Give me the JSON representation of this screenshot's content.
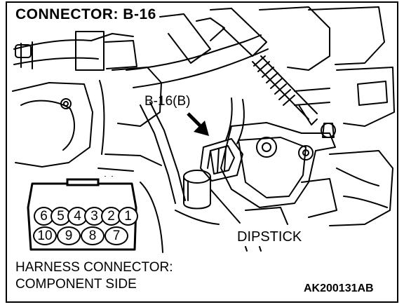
{
  "title": "CONNECTOR: B-16",
  "callout_label": "B-16(B)",
  "dipstick_label": "DIPSTICK",
  "connector_caption": {
    "line1": "HARNESS CONNECTOR:",
    "line2": "COMPONENT SIDE"
  },
  "figure_code": "AK200131AB",
  "connector_pins": {
    "top_row": [
      "6",
      "5",
      "4",
      "3",
      "2",
      "1"
    ],
    "bottom_row": [
      "10",
      "9",
      "8",
      "7"
    ]
  },
  "colors": {
    "line": "#000000",
    "background": "#ffffff"
  }
}
